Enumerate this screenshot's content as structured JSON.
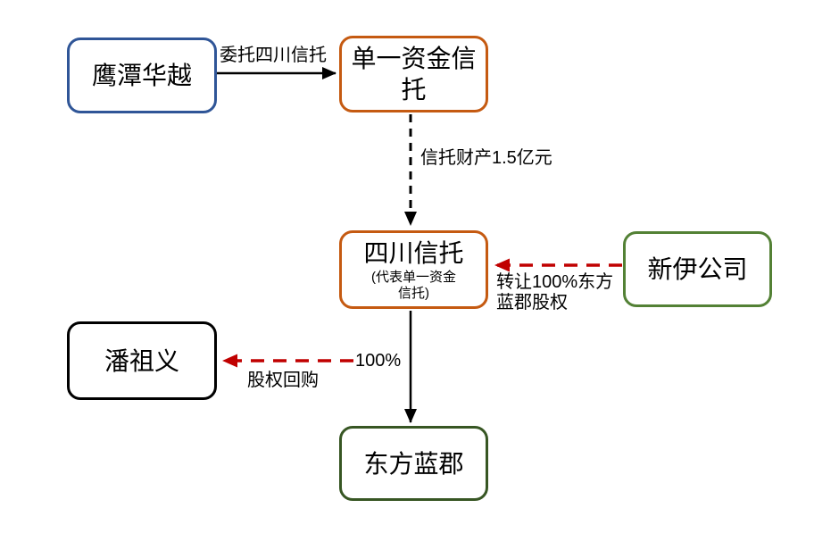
{
  "diagram": {
    "title": "trust-equity-structure-flowchart",
    "nodes": {
      "yingtan": {
        "label": "鹰潭华越"
      },
      "single_fund_trust": {
        "label": "单一资金信托"
      },
      "sichuan_trust": {
        "label": "四川信托",
        "sublabel": "(代表单一资金信托)"
      },
      "xinyi": {
        "label": "新伊公司"
      },
      "pan_zuyi": {
        "label": "潘祖义"
      },
      "dongfang_lanjun": {
        "label": "东方蓝郡"
      }
    },
    "edge_labels": {
      "entrust": "委托四川信托",
      "trust_asset": "信托财产1.5亿元",
      "transfer": "转让100%东方蓝郡股权",
      "ownership_pct": "100%",
      "repurchase": "股权回购"
    },
    "edges": [
      {
        "from": "yingtan",
        "to": "single_fund_trust",
        "style": "solid-black",
        "label": "委托四川信托"
      },
      {
        "from": "single_fund_trust",
        "to": "sichuan_trust",
        "style": "dashed-black",
        "label": "信托财产1.5亿元"
      },
      {
        "from": "xinyi",
        "to": "sichuan_trust",
        "style": "dashed-red",
        "label": "转让100%东方蓝郡股权"
      },
      {
        "from": "sichuan_trust",
        "to": "dongfang_lanjun",
        "style": "solid-black",
        "label": "100%"
      },
      {
        "from": "sichuan_trust",
        "to": "pan_zuyi",
        "style": "dashed-red",
        "label": "股权回购"
      }
    ],
    "colors": {
      "yingtan_border": "#2F5597",
      "trust_border": "#C55A11",
      "xinyi_border": "#538135",
      "dongfang_border": "#375623",
      "pan_border": "#000000",
      "red_arrow": "#C00000",
      "black_arrow": "#000000",
      "background": "#FFFFFF"
    }
  }
}
